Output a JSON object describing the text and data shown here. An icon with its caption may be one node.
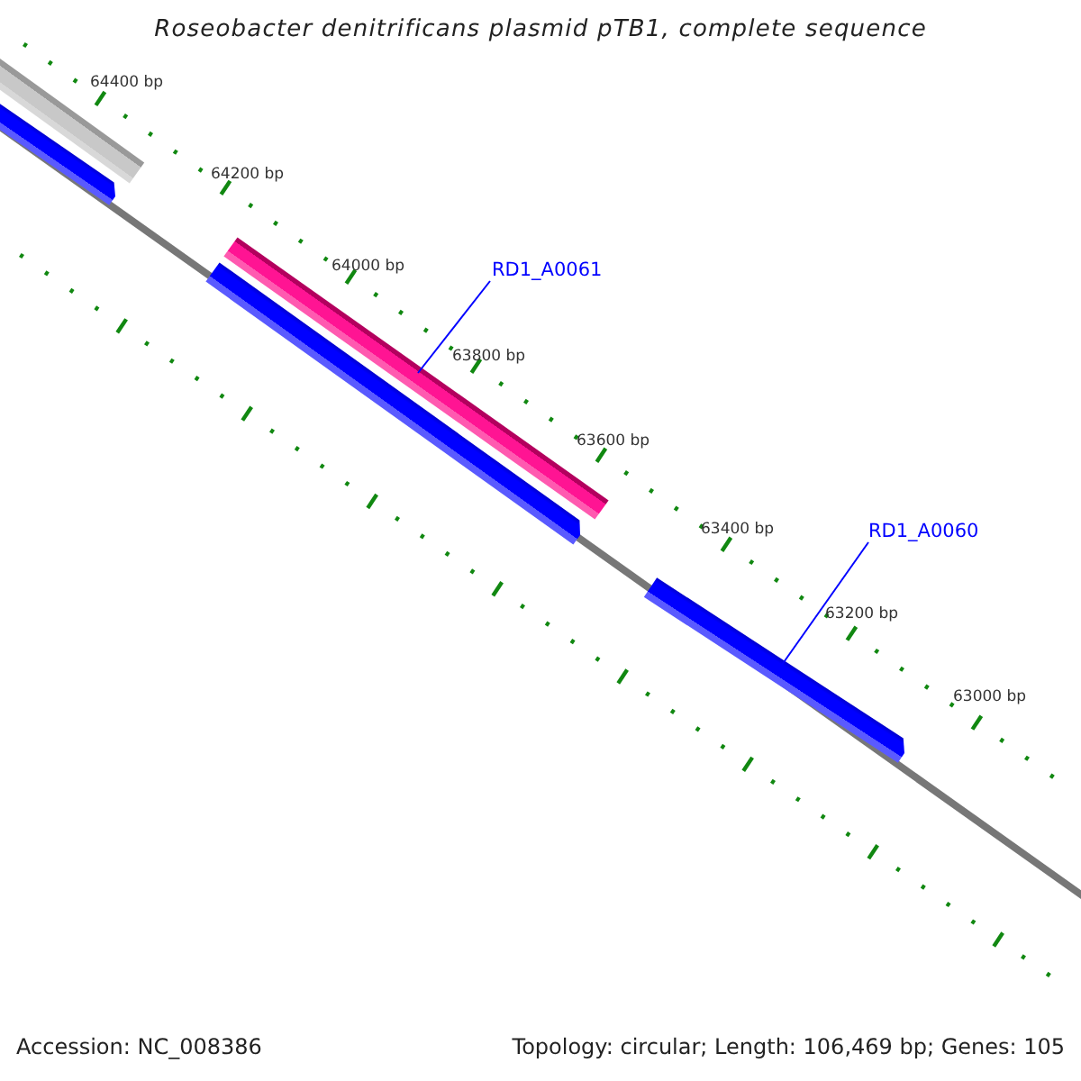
{
  "diagram": {
    "title": "Roseobacter denitrificans plasmid pTB1, complete sequence",
    "nodes": [
      {
        "text": [],
        "shape": "bar"
      },
      {
        "text": [],
        "shape": "bar"
      },
      {
        "text": [
          "RD1_A0061"
        ]
      },
      {
        "text": [],
        "shape": "bar"
      },
      {
        "text": [],
        "shape": "bar"
      },
      {
        "text": [
          "RD1_A0060"
        ]
      },
      {
        "text": [],
        "shape": "bar"
      }
    ],
    "edges": [
      {
        "from": 2,
        "to": 3,
        "arrow": "none"
      },
      {
        "from": 5,
        "to": 6,
        "arrow": "none"
      }
    ],
    "labels": [
      "64400 bp",
      "64200 bp",
      "64000 bp",
      "63800 bp",
      "63600 bp",
      "63400 bp",
      "63200 bp",
      "63000 bp",
      "Accession: NC_008386",
      "Topology: circular; Length: 106,469 bp; Genes: 105"
    ]
  }
}
